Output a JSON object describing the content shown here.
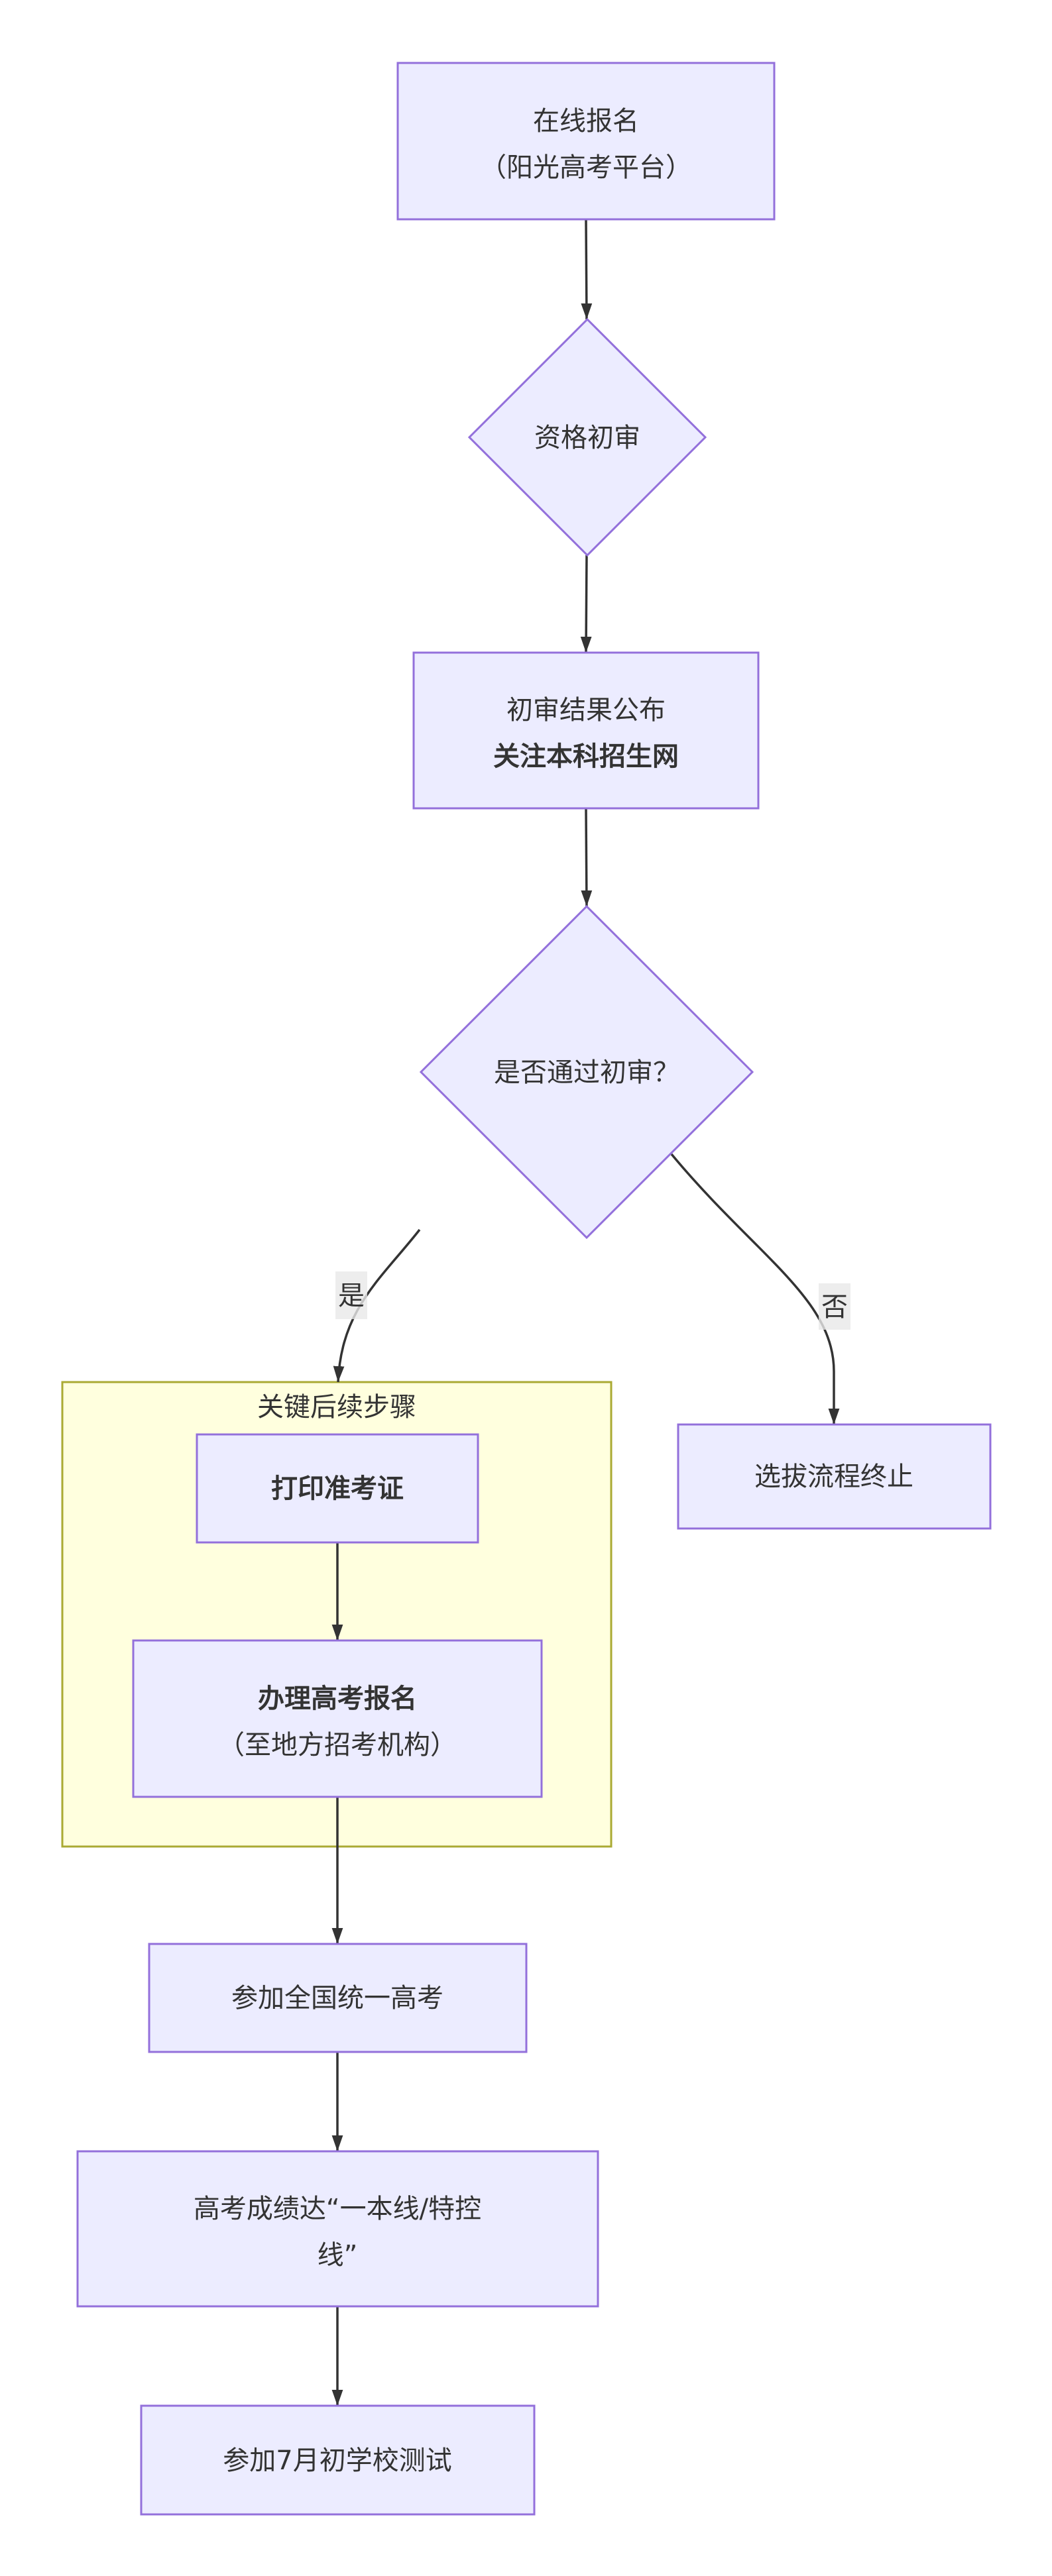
{
  "diagram": {
    "type": "flowchart",
    "direction": "top-down",
    "colors": {
      "node_fill": "#ececff",
      "node_stroke": "#9370db",
      "cluster_fill": "#ffffde",
      "cluster_stroke": "#aaaa33",
      "edge": "#333333",
      "text": "#333333",
      "edge_label_bg": "#e8e8e8"
    },
    "nodes": {
      "online_registration": {
        "shape": "rect",
        "lines": [
          {
            "text": "在线报名",
            "bold": false
          },
          {
            "text": "（阳光高考平台）",
            "bold": false
          }
        ]
      },
      "qualification_review": {
        "shape": "diamond",
        "lines": [
          {
            "text": "资格初审",
            "bold": false
          }
        ]
      },
      "review_result": {
        "shape": "rect",
        "lines": [
          {
            "text": "初审结果公布",
            "bold": false
          },
          {
            "text": "关注本科招生网",
            "bold": true
          }
        ]
      },
      "passed_decision": {
        "shape": "diamond",
        "lines": [
          {
            "text": "是否通过初审？",
            "bold": false
          }
        ]
      },
      "print_ticket": {
        "shape": "rect",
        "lines": [
          {
            "text": "打印准考证",
            "bold": true
          }
        ]
      },
      "gaokao_registration": {
        "shape": "rect",
        "lines": [
          {
            "text": "办理高考报名",
            "bold": true
          },
          {
            "text": "（至地方招考机构）",
            "bold": false
          }
        ]
      },
      "process_terminated": {
        "shape": "rect",
        "lines": [
          {
            "text": "选拔流程终止",
            "bold": false
          }
        ]
      },
      "national_exam": {
        "shape": "rect",
        "lines": [
          {
            "text": "参加全国统一高考",
            "bold": false
          }
        ]
      },
      "score_threshold": {
        "shape": "rect",
        "lines": [
          {
            "text": "高考成绩达“一本线/特控",
            "bold": false
          },
          {
            "text": "线”",
            "bold": false
          }
        ]
      },
      "school_test": {
        "shape": "rect",
        "lines": [
          {
            "text": "参加7月初学校测试",
            "bold": false
          }
        ]
      }
    },
    "cluster": {
      "title": "关键后续步骤",
      "members": [
        "print_ticket",
        "gaokao_registration"
      ]
    },
    "edges": [
      {
        "from": "online_registration",
        "to": "qualification_review",
        "label": ""
      },
      {
        "from": "qualification_review",
        "to": "review_result",
        "label": ""
      },
      {
        "from": "review_result",
        "to": "passed_decision",
        "label": ""
      },
      {
        "from": "passed_decision",
        "to": "print_ticket",
        "label": "是"
      },
      {
        "from": "passed_decision",
        "to": "process_terminated",
        "label": "否"
      },
      {
        "from": "print_ticket",
        "to": "gaokao_registration",
        "label": ""
      },
      {
        "from": "gaokao_registration",
        "to": "national_exam",
        "label": ""
      },
      {
        "from": "national_exam",
        "to": "score_threshold",
        "label": ""
      },
      {
        "from": "score_threshold",
        "to": "school_test",
        "label": ""
      }
    ]
  }
}
